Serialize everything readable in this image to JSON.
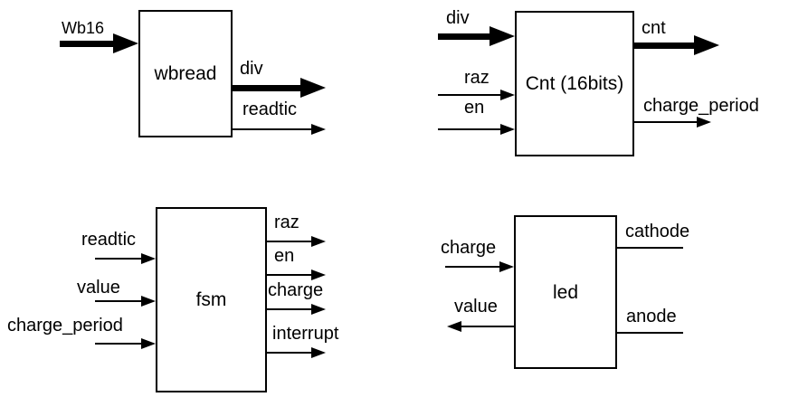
{
  "diagram": {
    "colors": {
      "ink": "#000000",
      "background": "#ffffff"
    },
    "blocks": {
      "wbread": {
        "title": "wbread",
        "ports": {
          "in0": "Wb16",
          "out0": "div",
          "out1": "readtic"
        }
      },
      "cnt": {
        "title": "Cnt (16bits)",
        "ports": {
          "in0": "div",
          "in1": "raz",
          "in2": "en",
          "out0": "cnt",
          "out1": "charge_period"
        }
      },
      "fsm": {
        "title": "fsm",
        "ports": {
          "in0": "readtic",
          "in1": "value",
          "in2": "charge_period",
          "out0": "raz",
          "out1": "en",
          "out2": "charge",
          "out3": "interrupt"
        }
      },
      "led": {
        "title": "led",
        "ports": {
          "in0": "charge",
          "out_left0": "value",
          "line0": "cathode",
          "line1": "anode"
        }
      }
    }
  }
}
